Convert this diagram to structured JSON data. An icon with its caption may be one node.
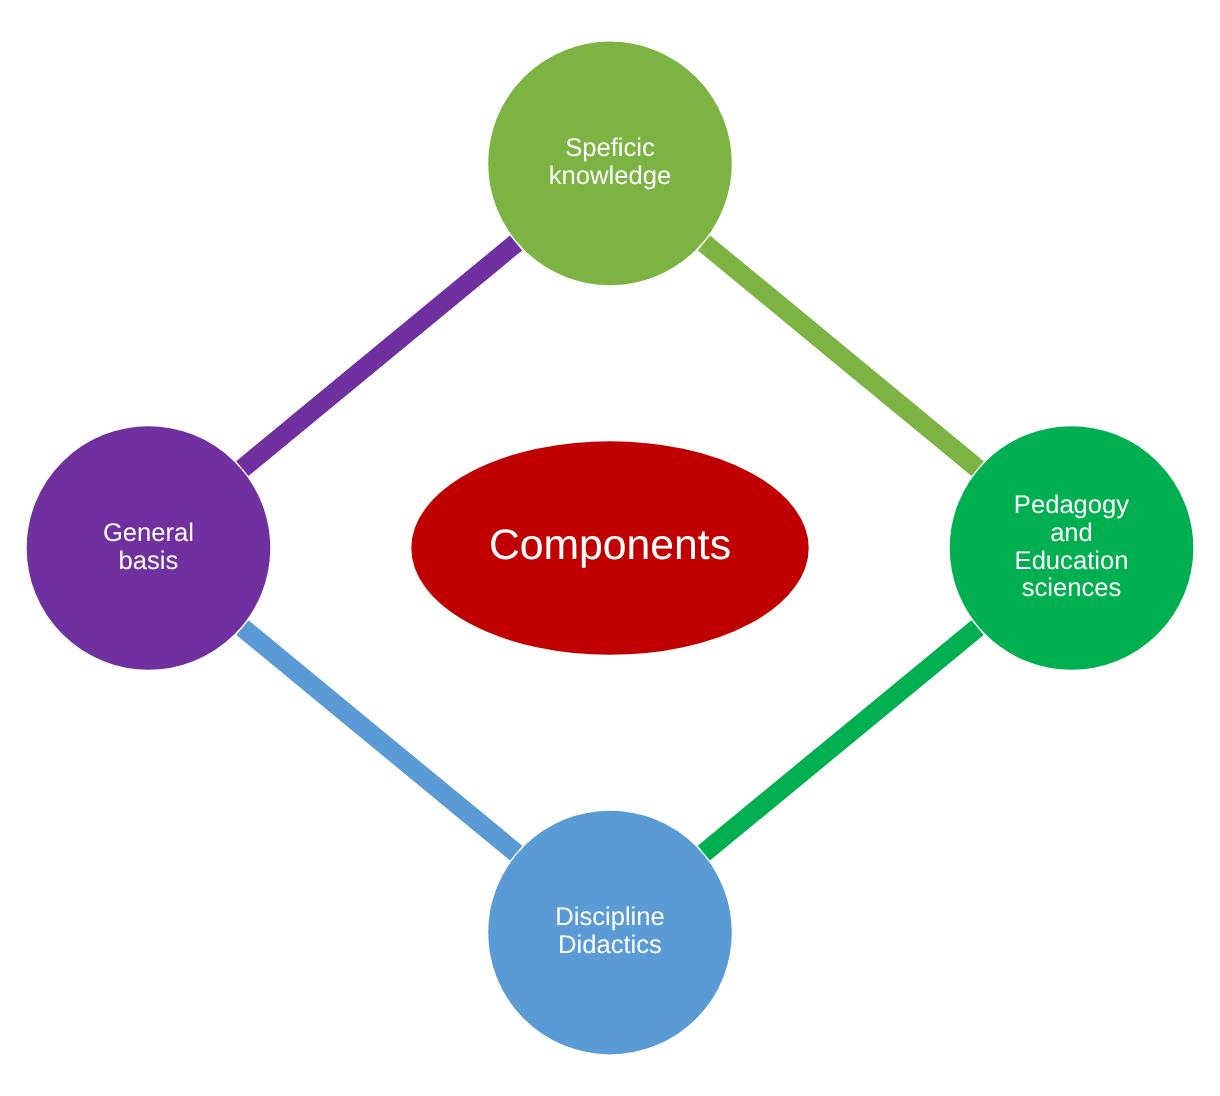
{
  "diagram": {
    "nodes": [
      {
        "text": [
          "Components"
        ]
      },
      {
        "text": [
          "Speficic knowledge"
        ]
      },
      {
        "text": [
          "Pedagogy and Education sciences"
        ]
      },
      {
        "text": [
          "Discipline Didactics"
        ]
      },
      {
        "text": [
          "General basis"
        ]
      }
    ],
    "edges": [
      {
        "from": 1,
        "to": 4,
        "arrow": "none",
        "color": "#7030a0"
      },
      {
        "from": 1,
        "to": 2,
        "arrow": "none",
        "color": "#7cb342"
      },
      {
        "from": 2,
        "to": 3,
        "arrow": "none",
        "color": "#00b050"
      },
      {
        "from": 4,
        "to": 3,
        "arrow": "none",
        "color": "#5b9bd5"
      }
    ]
  }
}
